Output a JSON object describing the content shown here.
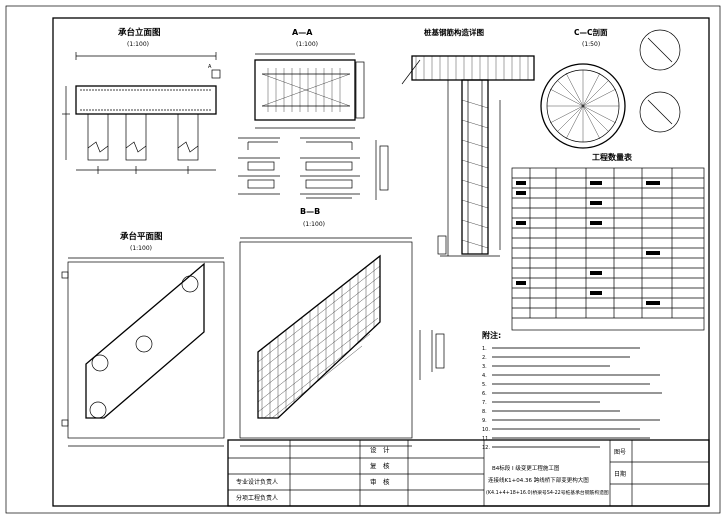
{
  "views": {
    "elevation": {
      "title": "承台立面图",
      "scale": "(1:100)"
    },
    "section_aa": {
      "title": "A—A",
      "scale": "(1:100)"
    },
    "section_bb": {
      "title": "B—B",
      "scale": "(1:100)"
    },
    "plan": {
      "title": "承台平面图",
      "scale": "(1:100)"
    },
    "pile_detail": {
      "title": "桩基钢筋构造详图"
    },
    "section_cc": {
      "title": "C—C剖面",
      "scale": "(1:50)"
    }
  },
  "qty_table": {
    "title": "工程数量表"
  },
  "notes": {
    "heading": "附注:",
    "items": [
      "1.",
      "2.",
      "3.",
      "4.",
      "5.",
      "6.",
      "7.",
      "8.",
      "9.",
      "10.",
      "11.",
      "12."
    ]
  },
  "title_block": {
    "labels": [
      "设　计",
      "复　核",
      "审　核",
      "专业设计负责人",
      "分项工程负责人"
    ],
    "drawing_title": [
      "B4标段 I 级变更工程施工图",
      "连接线K1+04.36 跨线桥下部变更构大图",
      "(K4.1+4+18+16.0)桥梁号S4-22号桩基承台钢筋构造图"
    ],
    "sheet_labels": [
      "图号",
      "日期"
    ]
  }
}
